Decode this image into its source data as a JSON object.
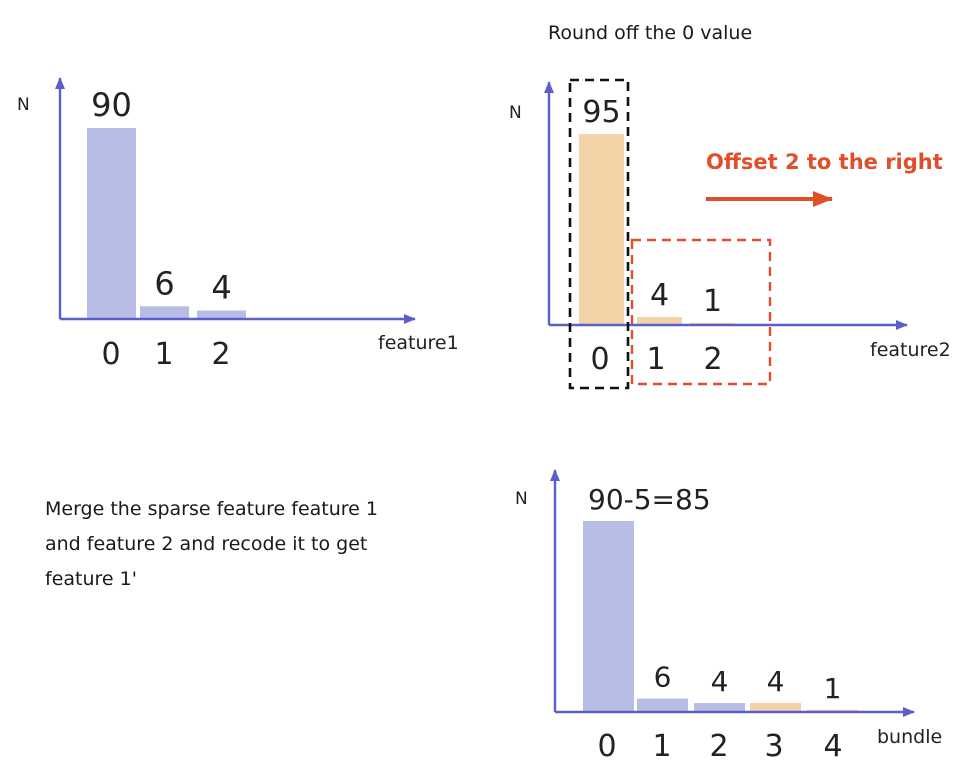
{
  "top_caption": "Round off the 0 value",
  "merge_caption": [
    "Merge the sparse feature feature 1",
    "and feature 2 and recode it to get",
    "feature 1'"
  ],
  "offset_annotation": "Offset 2 to the right",
  "colors": {
    "axis": "#5b5fc7",
    "feature1_bar": "#b8bde6",
    "feature2_bar": "#f2d4a8",
    "offset_color": "#e04e2a",
    "zero_box": "#111111"
  },
  "chart_data": [
    {
      "type": "bar",
      "categories": [
        "0",
        "1",
        "2"
      ],
      "values": [
        90,
        6,
        4
      ],
      "labels": [
        "90",
        "6",
        "4"
      ],
      "series": [
        {
          "values": [
            90,
            6,
            4
          ]
        }
      ],
      "xlabel": "feature1",
      "ylabel": "N"
    },
    {
      "type": "bar",
      "categories": [
        "0",
        "1",
        "2"
      ],
      "values": [
        95,
        4,
        1
      ],
      "labels": [
        "95",
        "4",
        "1"
      ],
      "series": [
        {
          "values": [
            95,
            4,
            1
          ]
        }
      ],
      "xlabel": "feature2",
      "ylabel": "N"
    },
    {
      "type": "bar",
      "categories": [
        "0",
        "1",
        "2",
        "3",
        "4"
      ],
      "values": [
        85,
        6,
        4,
        4,
        1
      ],
      "labels": [
        "90-5=85",
        "6",
        "4",
        "4",
        "1"
      ],
      "series": [
        {
          "values": [
            85,
            6,
            4,
            4,
            1
          ]
        }
      ],
      "xlabel": "bundle",
      "ylabel": "N"
    }
  ]
}
